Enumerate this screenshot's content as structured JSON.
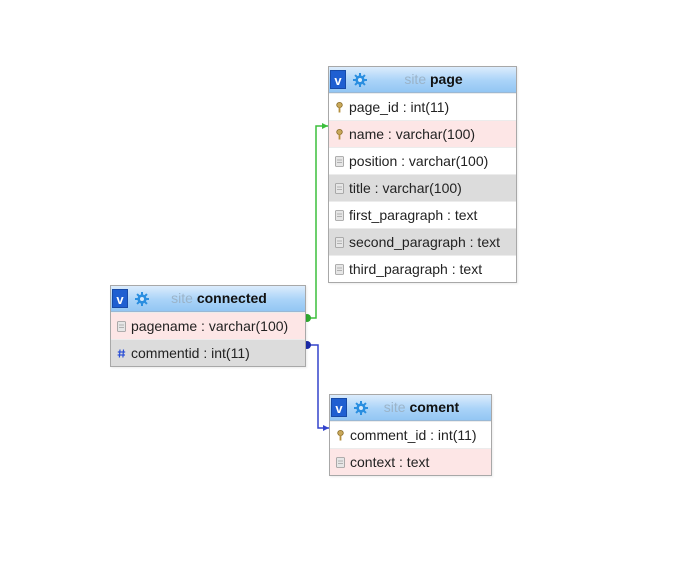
{
  "tables": {
    "page": {
      "schema": "site",
      "name": "page",
      "columns": [
        {
          "label": "page_id : int(11)",
          "icon": "key-icon"
        },
        {
          "label": "name : varchar(100)",
          "icon": "key-icon"
        },
        {
          "label": "position : varchar(100)",
          "icon": "column-icon"
        },
        {
          "label": "title : varchar(100)",
          "icon": "column-icon"
        },
        {
          "label": "first_paragraph : text",
          "icon": "column-icon"
        },
        {
          "label": "second_paragraph : text",
          "icon": "column-icon"
        },
        {
          "label": "third_paragraph : text",
          "icon": "column-icon"
        }
      ]
    },
    "connected": {
      "schema": "site",
      "name": "connected",
      "columns": [
        {
          "label": "pagename : varchar(100)",
          "icon": "column-icon"
        },
        {
          "label": "commentid : int(11)",
          "icon": "index-hash-icon"
        }
      ]
    },
    "coment": {
      "schema": "site",
      "name": "coment",
      "columns": [
        {
          "label": "comment_id : int(11)",
          "icon": "key-icon"
        },
        {
          "label": "context : text",
          "icon": "column-icon"
        }
      ]
    }
  },
  "header_button": "v",
  "colors": {
    "link_page": "#3cbf3c",
    "link_coment": "#2233bb",
    "header_top": "#dcecfc",
    "header_bottom": "#93c6f3",
    "row_highlight": "#fde6e6",
    "row_hover": "#dcdcdc"
  }
}
